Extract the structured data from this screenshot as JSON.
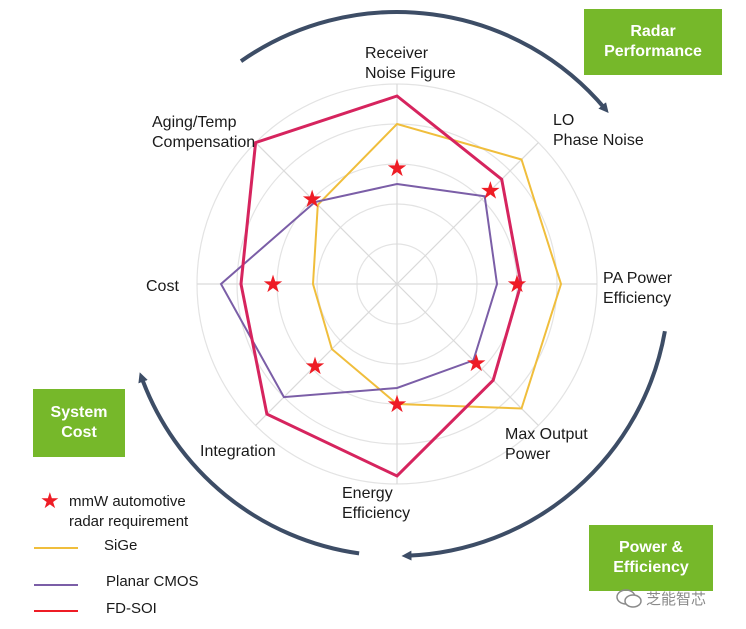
{
  "chart_data": {
    "type": "radar",
    "axes": [
      {
        "name": "Receiver Noise Figure",
        "lines": [
          "Receiver",
          "Noise Figure"
        ]
      },
      {
        "name": "LO Phase Noise",
        "lines": [
          "LO",
          "Phase Noise"
        ]
      },
      {
        "name": "PA Power Efficiency",
        "lines": [
          "PA Power",
          "Efficiency"
        ]
      },
      {
        "name": "Max Output Power",
        "lines": [
          "Max Output",
          "Power"
        ]
      },
      {
        "name": "Energy Efficiency",
        "lines": [
          "Energy",
          "Efficiency"
        ]
      },
      {
        "name": "Integration",
        "lines": [
          "Integration"
        ]
      },
      {
        "name": "Cost",
        "lines": [
          "Cost"
        ]
      },
      {
        "name": "Aging/Temp Compensation",
        "lines": [
          "Aging/Temp",
          "Compensation"
        ]
      }
    ],
    "rlim": [
      0,
      5
    ],
    "grid_rings": 5,
    "series": [
      {
        "name": "SiGe",
        "color": "#f0be3c",
        "values": [
          4.0,
          4.4,
          4.1,
          4.4,
          3.0,
          2.3,
          2.1,
          2.8
        ]
      },
      {
        "name": "Planar CMOS",
        "color": "#7b5ea7",
        "values": [
          2.5,
          3.1,
          2.5,
          2.7,
          2.6,
          4.0,
          4.4,
          2.9
        ]
      },
      {
        "name": "FD-SOI",
        "color": "#d6245e",
        "values": [
          4.7,
          3.7,
          3.1,
          3.4,
          4.8,
          4.6,
          3.9,
          5.0
        ]
      },
      {
        "name": "mmW automotive radar requirement",
        "marker": "star",
        "color": "#ee1c25",
        "values": [
          2.9,
          3.3,
          3.0,
          2.8,
          3.0,
          2.9,
          3.1,
          3.0
        ]
      }
    ],
    "legend": {
      "placement": "bottom-left",
      "entries": [
        {
          "label": "mmW automotive radar requirement",
          "lines": [
            "mmW automotive",
            "radar requirement"
          ],
          "symbol": "★",
          "color": "#ee1c25"
        },
        {
          "label": "SiGe",
          "color": "#f0be3c"
        },
        {
          "label": "Planar CMOS",
          "color": "#7b5ea7"
        },
        {
          "label": "FD-SOI",
          "color": "#ee1c25"
        }
      ]
    },
    "category_boxes": [
      {
        "label": "Radar Performance",
        "lines": [
          "Radar",
          "Performance"
        ]
      },
      {
        "label": "System Cost",
        "lines": [
          "System",
          "Cost"
        ]
      },
      {
        "label": "Power & Efficiency",
        "lines": [
          "Power &",
          "Efficiency"
        ]
      }
    ],
    "box_color": "#76b82a",
    "arc_color": "#3d4d66"
  },
  "watermark": "芝能智芯"
}
